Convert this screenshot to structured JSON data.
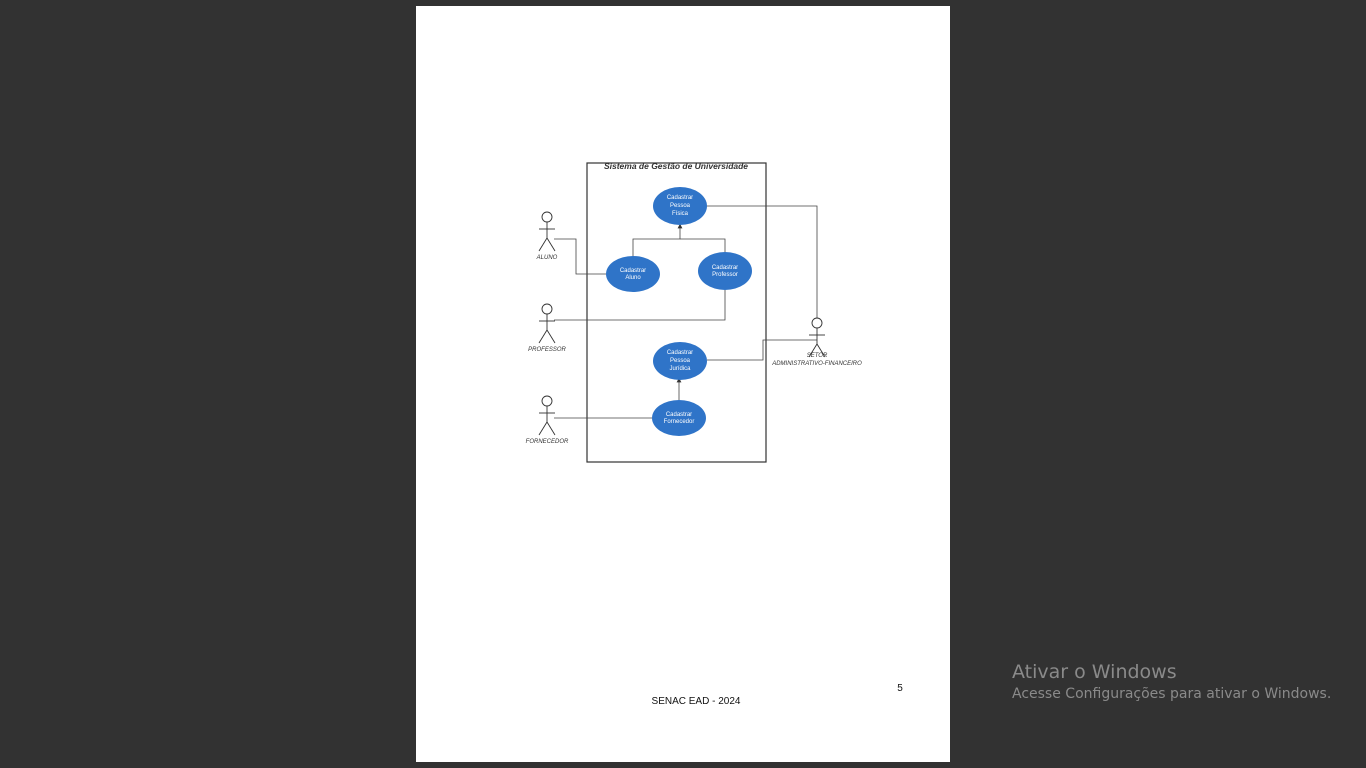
{
  "document": {
    "page_number": "5",
    "footer": "SENAC EAD - 2024"
  },
  "diagram": {
    "system_title": "Sistema de Gestão de Universidade",
    "use_cases": {
      "pessoa_fisica": [
        "Cadastrar",
        "Pessoa",
        "Física"
      ],
      "aluno": [
        "Cadastrar",
        "Aluno"
      ],
      "professor": [
        "Cadastrar",
        "Professor"
      ],
      "pessoa_juridica": [
        "Cadastrar",
        "Pessoa",
        "Jurídica"
      ],
      "fornecedor": [
        "Cadastrar",
        "Fornecedor"
      ]
    },
    "actors": {
      "aluno": "ALUNO",
      "professor": "PROFESSOR",
      "fornecedor": "FORNECEDOR",
      "setor_line1": "SETOR",
      "setor_line2": "ADMINISTRATIVO-FINANCEIRO"
    },
    "colors": {
      "use_case_fill": "#2f74c8",
      "use_case_text": "#ffffff",
      "line": "#333333"
    }
  },
  "watermark": {
    "title": "Ativar o Windows",
    "subtitle": "Acesse Configurações para ativar o Windows."
  }
}
